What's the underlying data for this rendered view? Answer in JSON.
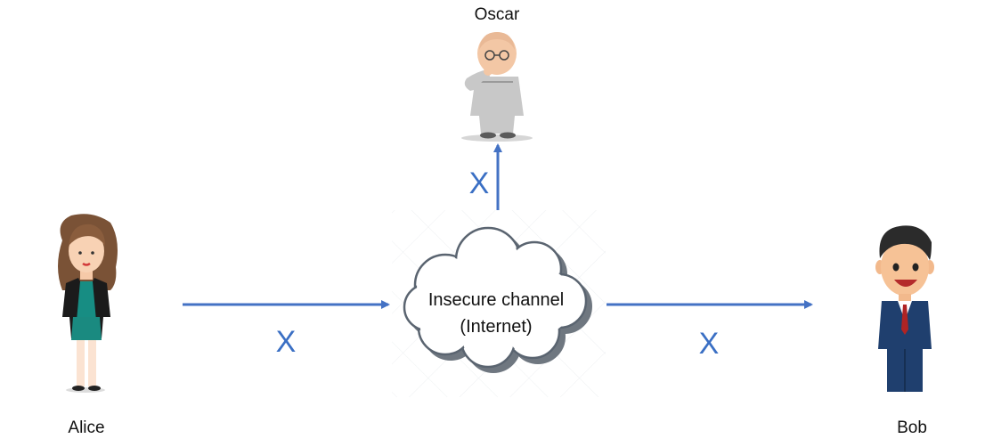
{
  "actors": {
    "alice": {
      "name": "Alice"
    },
    "bob": {
      "name": "Bob"
    },
    "oscar": {
      "name": "Oscar"
    }
  },
  "channel": {
    "line1": "Insecure channel",
    "line2": "(Internet)"
  },
  "markers": {
    "left": "X",
    "right": "X",
    "up": "X"
  },
  "colors": {
    "arrow": "#4472c4",
    "x_marker": "#3a6fc4",
    "cloud_fill": "#ffffff",
    "cloud_stroke": "#5a6470",
    "cloud_shadow": "#6f7780"
  }
}
